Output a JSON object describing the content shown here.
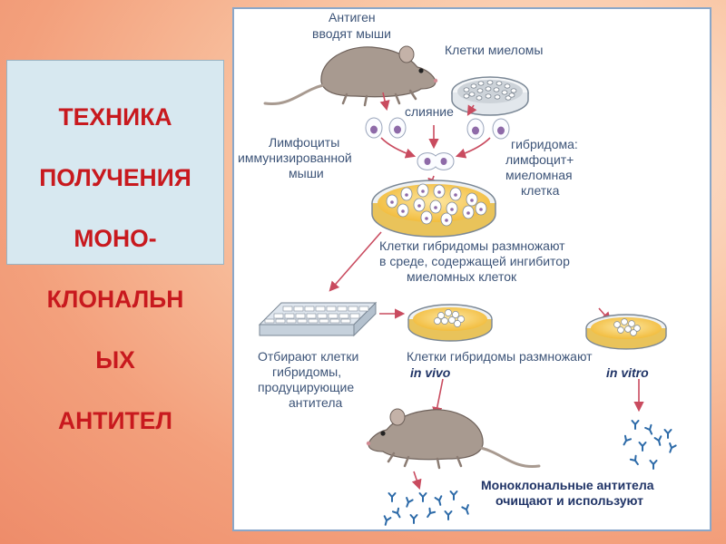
{
  "title": {
    "lines": [
      "ТЕХНИКА",
      "ПОЛУЧЕНИЯ",
      "МОНО-",
      "КЛОНАЛЬН",
      "ЫХ",
      "АНТИТЕЛ"
    ]
  },
  "diagram": {
    "antigen": [
      "Антиген",
      "вводят мыши"
    ],
    "myeloma": "Клетки миеломы",
    "fusion": "слияние",
    "lymphocytes": [
      "Лимфоциты",
      "иммунизированной",
      "мыши"
    ],
    "hybridoma": [
      "гибридома:",
      "лимфоцит+",
      "миеломная",
      "клетка"
    ],
    "multiply_inhibitor": [
      "Клетки гибридомы размножают",
      "в среде, содержащей ингибитор",
      "миеломных клеток"
    ],
    "select": [
      "Отбирают клетки",
      "гибридомы,",
      "продуцирующие",
      "антитела"
    ],
    "multiply": "Клетки гибридомы размножают",
    "in_vivo": "in vivo",
    "in_vitro": "in vitro",
    "result": [
      "Моноклональные антитела",
      "очищают и используют"
    ]
  },
  "colors": {
    "title_text": "#c8191e",
    "title_box": "#d7e8f0",
    "label_text": "#3d5478",
    "arrow": "#c94b5f",
    "dish_medium": "#f4c44a",
    "antibody": "#2c6aa8"
  }
}
